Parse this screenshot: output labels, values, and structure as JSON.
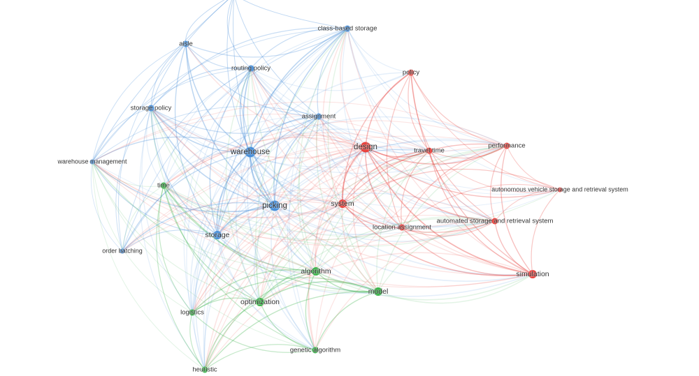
{
  "colors": {
    "blue": "#4a90d9",
    "red": "#e8413c",
    "green": "#3cb44b"
  },
  "nodes": [
    {
      "id": "aisle",
      "label": "aisle",
      "cluster": "blue",
      "weight": 2
    },
    {
      "id": "class-based-storage",
      "label": "class-based storage",
      "cluster": "blue",
      "weight": 2
    },
    {
      "id": "routing-policy",
      "label": "routing policy",
      "cluster": "blue",
      "weight": 2
    },
    {
      "id": "policy",
      "label": "policy",
      "cluster": "red",
      "weight": 2
    },
    {
      "id": "storage-policy",
      "label": "storage policy",
      "cluster": "blue",
      "weight": 2
    },
    {
      "id": "assignment",
      "label": "assignment",
      "cluster": "blue",
      "weight": 2
    },
    {
      "id": "design",
      "label": "design",
      "cluster": "red",
      "weight": 4
    },
    {
      "id": "travel-time",
      "label": "travel time",
      "cluster": "red",
      "weight": 2
    },
    {
      "id": "performance",
      "label": "performance",
      "cluster": "red",
      "weight": 2
    },
    {
      "id": "warehouse",
      "label": "warehouse",
      "cluster": "blue",
      "weight": 4
    },
    {
      "id": "warehouse-management",
      "label": "warehouse management",
      "cluster": "blue",
      "weight": 1
    },
    {
      "id": "time",
      "label": "time",
      "cluster": "green",
      "weight": 2
    },
    {
      "id": "avsrs",
      "label": "autonomous vehicle storage and retrieval system",
      "cluster": "red",
      "weight": 1
    },
    {
      "id": "picking",
      "label": "picking",
      "cluster": "blue",
      "weight": 4
    },
    {
      "id": "system",
      "label": "system",
      "cluster": "red",
      "weight": 3
    },
    {
      "id": "location-assignment",
      "label": "location assignment",
      "cluster": "red",
      "weight": 2
    },
    {
      "id": "asrs",
      "label": "automated storage and retrieval system",
      "cluster": "red",
      "weight": 2
    },
    {
      "id": "storage",
      "label": "storage",
      "cluster": "blue",
      "weight": 3
    },
    {
      "id": "order-batching",
      "label": "order batching",
      "cluster": "blue",
      "weight": 1
    },
    {
      "id": "algorithm",
      "label": "algorithm",
      "cluster": "green",
      "weight": 3
    },
    {
      "id": "model",
      "label": "model",
      "cluster": "green",
      "weight": 3
    },
    {
      "id": "simulation",
      "label": "simulation",
      "cluster": "red",
      "weight": 3
    },
    {
      "id": "optimization",
      "label": "optimization",
      "cluster": "green",
      "weight": 3
    },
    {
      "id": "logistics",
      "label": "logistics",
      "cluster": "green",
      "weight": 2
    },
    {
      "id": "genetic-algorithm",
      "label": "genetic algorithm",
      "cluster": "green",
      "weight": 2
    },
    {
      "id": "heuristic",
      "label": "heuristic",
      "cluster": "green",
      "weight": 2
    }
  ]
}
